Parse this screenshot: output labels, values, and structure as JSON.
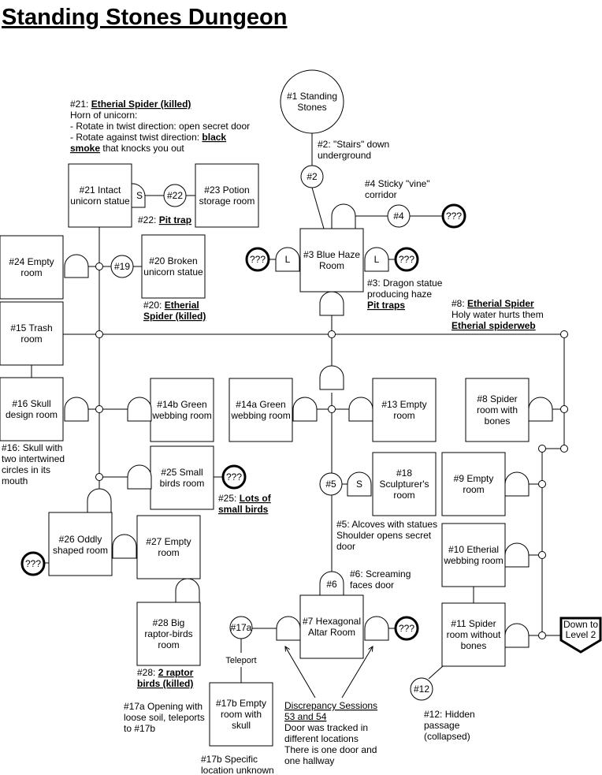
{
  "title": "Standing Stones Dungeon",
  "rooms": {
    "r1": [
      "#1 Standing",
      "Stones"
    ],
    "r2": "#2",
    "r3": [
      "#3 Blue Haze",
      "Room"
    ],
    "r4": "#4",
    "r5": "#5",
    "r6": "#6",
    "r7": [
      "#7 Hexagonal",
      "Altar Room"
    ],
    "r8": [
      "#8 Spider",
      "room with",
      "bones"
    ],
    "r9": [
      "#9 Empty",
      "room"
    ],
    "r10": [
      "#10 Etherial",
      "webbing room"
    ],
    "r11": [
      "#11 Spider",
      "room without",
      "bones"
    ],
    "r12": "#12",
    "r13": [
      "#13 Empty",
      "room"
    ],
    "r14a": [
      "#14a Green",
      "webbing room"
    ],
    "r14b": [
      "#14b Green",
      "webbing room"
    ],
    "r15": [
      "#15 Trash",
      "room"
    ],
    "r16": [
      "#16 Skull",
      "design room"
    ],
    "r17a": "#17a",
    "r17b": [
      "#17b Empty",
      "room with",
      "skull"
    ],
    "r18": [
      "#18",
      "Sculpturer's",
      "room"
    ],
    "r19": "#19",
    "r20": [
      "#20 Broken",
      "unicorn statue"
    ],
    "r21": [
      "#21 Intact",
      "unicorn statue"
    ],
    "r22": "#22",
    "r23": [
      "#23 Potion",
      "storage room"
    ],
    "r24": [
      "#24 Empty",
      "room"
    ],
    "r25": [
      "#25 Small",
      "birds room"
    ],
    "r26": [
      "#26 Oddly",
      "shaped room"
    ],
    "r27": [
      "#27 Empty",
      "room"
    ],
    "r28": [
      "#28 Big",
      "raptor-birds",
      "room"
    ],
    "unknown": "???",
    "secret": "S",
    "locked": "L",
    "exit": [
      "Down to",
      "Level 2"
    ]
  },
  "notes": {
    "n21_prefix": "#21: ",
    "n21_name": "Etherial Spider (killed)",
    "n21_l2": "Horn of unicorn:",
    "n21_l3": "- Rotate in twist direction: open secret door",
    "n21_l4a": "- Rotate against twist direction: ",
    "n21_l4b": "black",
    "n21_l5a": "smoke",
    "n21_l5b": " that knocks you out",
    "n2": [
      "#2: \"Stairs\" down",
      "underground"
    ],
    "n4": [
      "#4 Sticky \"vine\"",
      "corridor"
    ],
    "n22_prefix": "#22: ",
    "n22_name": "Pit trap",
    "n3_l1": "#3: Dragon statue",
    "n3_l2": "producing haze",
    "n3_l3": "Pit traps",
    "n20_prefix": "#20: ",
    "n20_l1": "Etherial",
    "n20_l2": "Spider (killed)",
    "n8_prefix": "#8: ",
    "n8_name": "Etherial Spider",
    "n8_l2": "Holy water hurts them",
    "n8_l3": "Etherial spiderweb",
    "n16": [
      "#16: Skull with",
      "two intertwined",
      "circles in its",
      "mouth"
    ],
    "n25_prefix": "#25: ",
    "n25_l1": "Lots of",
    "n25_l2": "small birds",
    "n5": [
      "#5: Alcoves with statues",
      "Shoulder opens secret",
      "door"
    ],
    "n6": [
      "#6: Screaming",
      "faces door"
    ],
    "n28_prefix": "#28: ",
    "n28_l1": "2 raptor",
    "n28_l2": "birds (killed)",
    "teleport": "Teleport",
    "n17a": [
      "#17a Opening with",
      "loose soil, teleports",
      "to #17b"
    ],
    "n17b": [
      "#17b Specific",
      "location unknown"
    ],
    "disc_l1": "Discrepancy Sessions",
    "disc_l2": "53 and 54",
    "disc_rest": [
      "Door was tracked in",
      "different locations",
      "There is one door and",
      "one hallway"
    ],
    "n12": [
      "#12: Hidden",
      "passage",
      "(collapsed)"
    ]
  }
}
